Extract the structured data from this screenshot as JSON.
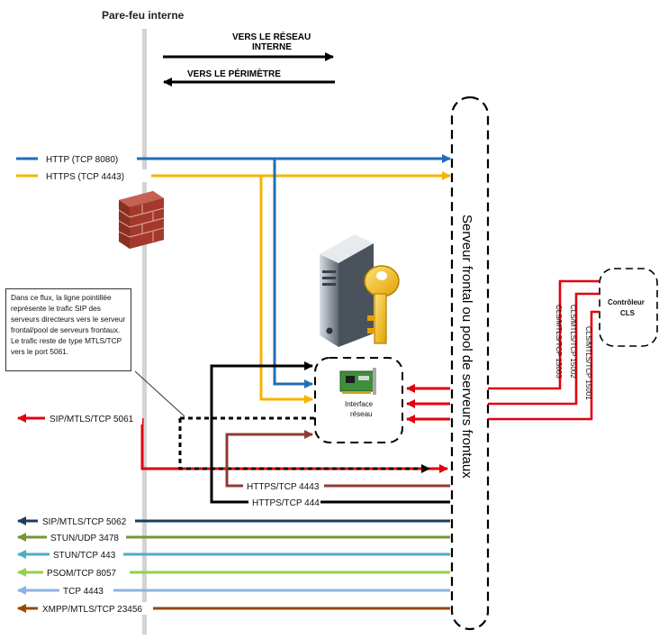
{
  "firewall_title": "Pare-feu interne",
  "direction": {
    "to_internal_line1": "VERS LE RÉSEAU",
    "to_internal_line2": "INTERNE",
    "to_perimeter": "VERS LE PÉRIMÈTRE"
  },
  "front_end_pool_label": "Serveur frontal ou pool de serveurs frontaux",
  "network_interface": {
    "line1": "Interface",
    "line2": "réseau"
  },
  "cls_controller": {
    "line1": "Contrôleur",
    "line2": "CLS"
  },
  "note_text": "Dans ce flux, la ligne pointillée représente le trafic SIP des serveurs directeurs vers le serveur frontal/pool de serveurs frontaux. Le trafic reste de type MTLS/TCP vers le port 5061.",
  "flows": {
    "http": "HTTP (TCP 8080)",
    "https": "HTTPS (TCP 4443)",
    "sip_5061": "SIP/MTLS/TCP 5061",
    "https_4443_inner": "HTTPS/TCP 4443",
    "https_444": "HTTPS/TCP 444",
    "sip_5062": "SIP/MTLS/TCP 5062",
    "stun_udp": "STUN/UDP 3478",
    "stun_tcp": "STUN/TCP 443",
    "psom": "PSOM/TCP 8057",
    "tcp_4443": "TCP 4443",
    "xmpp": "XMPP/MTLS/TCP 23456"
  },
  "cls_ports": {
    "p15003": "CLS/MTLS/TCP 15003",
    "p15002": "CLS/MTLS/TCP 15002",
    "p15001": "CLS/MTLS/TCP 15001"
  },
  "colors": {
    "blue": "#1f6fb5",
    "orange": "#f5b400",
    "red": "#e1000f",
    "black": "#000000",
    "brown_red": "#8e3b34",
    "navy": "#1f3b5c",
    "olive": "#77933c",
    "teal": "#4bacc6",
    "light_green": "#92d050",
    "light_blue": "#8db3e2",
    "brown": "#984807"
  },
  "icons": [
    "firewall-icon",
    "server-icon",
    "key-icon",
    "network-card-icon"
  ]
}
